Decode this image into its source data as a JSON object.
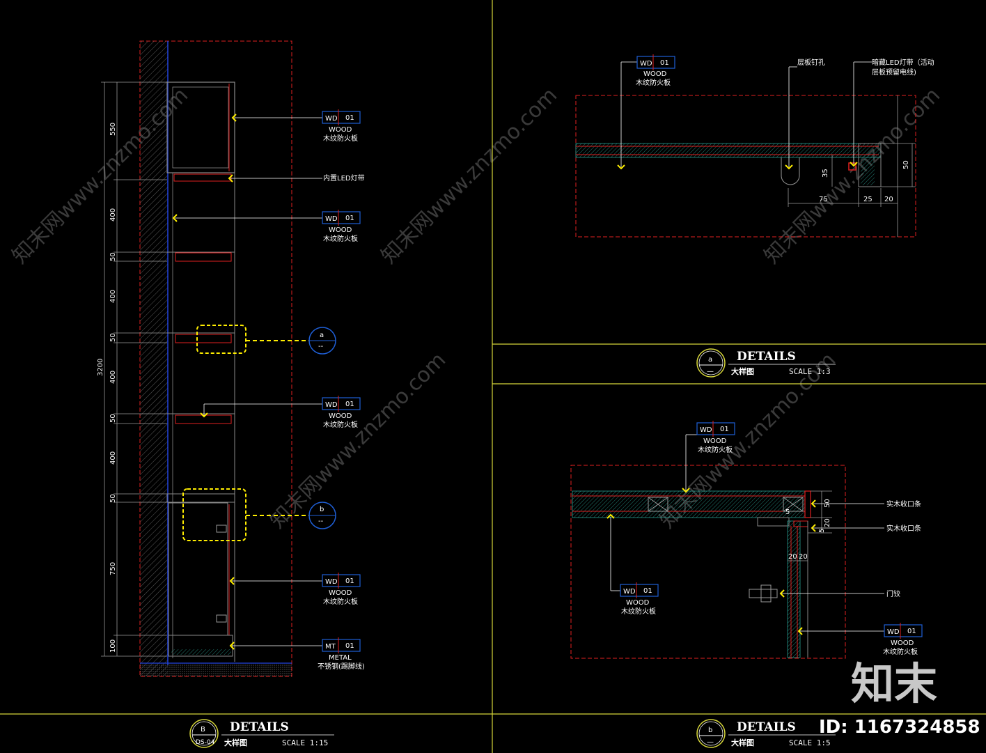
{
  "colors": {
    "background": "#000000",
    "frame": "#d6d63a",
    "boundary": "#e01f1f",
    "wall": "#6a6a6a",
    "cabinet": "#8a8a8a",
    "panel": "#2a9d8f",
    "leader": "#ffffff",
    "callout": "#ffee00",
    "bubble": "#1f5fd6",
    "wall_line": "#2244dd",
    "watermark": "#3a3a3a"
  },
  "icons": [
    "arrow-chevron-icon",
    "section-bubble-icon",
    "hinge-icon"
  ],
  "detail_B": {
    "dimensions": [
      "550",
      "400",
      "50",
      "400",
      "50",
      "400",
      "50",
      "400",
      "50",
      "750",
      "100"
    ],
    "total_dimension": "3200",
    "labels": [
      {
        "code": "WD",
        "num": "01",
        "en": "WOOD",
        "cn": "木纹防火板"
      },
      {
        "text": "内置LED灯带"
      },
      {
        "code": "WD",
        "num": "01",
        "en": "WOOD",
        "cn": "木纹防火板"
      },
      {
        "code": "WD",
        "num": "01",
        "en": "WOOD",
        "cn": "木纹防火板"
      },
      {
        "code": "WD",
        "num": "01",
        "en": "WOOD",
        "cn": "木纹防火板"
      },
      {
        "code": "MT",
        "num": "01",
        "en": "METAL",
        "cn": "不锈钢(踢脚线)"
      }
    ],
    "callouts": [
      {
        "letter": "a",
        "sheet": "--"
      },
      {
        "letter": "b",
        "sheet": "--"
      }
    ],
    "title": {
      "bubble_letter": "B",
      "bubble_sheet": "DS-04",
      "title": "DETAILS",
      "subtitle": "大样图",
      "scale": "SCALE 1:15"
    }
  },
  "detail_a": {
    "labels": [
      {
        "code": "WD",
        "num": "01",
        "en": "WOOD",
        "cn": "木纹防火板"
      },
      {
        "text": "层板钉孔"
      },
      {
        "text_line1": "暗藏LED灯带（活动",
        "text_line2": "层板预留电线)"
      }
    ],
    "dimensions": [
      "35",
      "50",
      "75",
      "25",
      "20"
    ],
    "title": {
      "bubble_letter": "a",
      "bubble_sheet": "—",
      "title": "DETAILS",
      "subtitle": "大样图",
      "scale": "SCALE 1:3"
    }
  },
  "detail_b": {
    "labels": [
      {
        "code": "WD",
        "num": "01",
        "en": "WOOD",
        "cn": "木纹防火板"
      },
      {
        "code": "WD",
        "num": "01",
        "en": "WOOD",
        "cn": "木纹防火板"
      },
      {
        "code": "WD",
        "num": "01",
        "en": "WOOD",
        "cn": "木纹防火板"
      },
      {
        "text": "实木收口条"
      },
      {
        "text": "实木收口条"
      },
      {
        "text": "门铰"
      }
    ],
    "dimensions": [
      "50",
      "20",
      "5",
      "5",
      "20",
      "20"
    ],
    "title": {
      "bubble_letter": "b",
      "bubble_sheet": "—",
      "title": "DETAILS",
      "subtitle": "大样图",
      "scale": "SCALE 1:5"
    }
  },
  "watermark": {
    "text": "知末网www.znzmo.com",
    "logo": "知末",
    "id": "ID: 1167324858"
  }
}
